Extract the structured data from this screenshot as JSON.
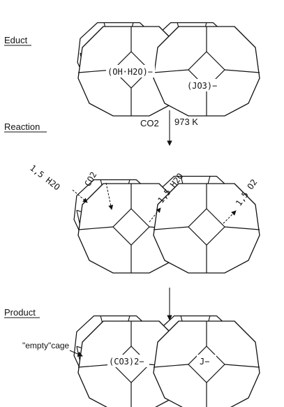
{
  "stages": {
    "educt": "Educt",
    "reaction": "Reaction",
    "product": "Product"
  },
  "educt": {
    "left_cage": "(OH·H2O)−",
    "right_cage": "(JO3)−"
  },
  "reaction_conditions": {
    "reagent": "CO2",
    "temperature": "973 K"
  },
  "intermediate": {
    "water_left": "1,5 H2O",
    "co2": "CO2",
    "water_right": "1,5 H2O",
    "oxygen": "1,5 O2"
  },
  "product": {
    "empty_label": "\"empty\"cage",
    "left_cage": "(CO3)2−",
    "right_cage": "J−"
  }
}
